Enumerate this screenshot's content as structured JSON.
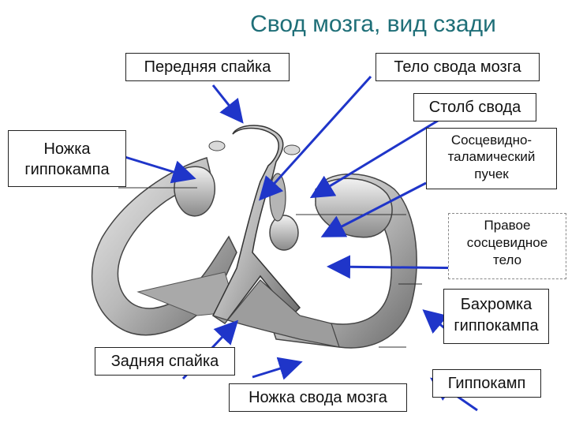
{
  "title": "Свод мозга, вид сзади",
  "labels": {
    "anterior_commissure": "Передняя спайка",
    "fornix_body": "Тело свода мозга",
    "fornix_column": "Столб свода",
    "mammillothalamic_tract": "Сосцевидно- таламический пучек",
    "hippocampal_crus": "Ножка гиппокампа",
    "right_mammillary_body": "Правое сосцевидное тело",
    "hippocampal_fimbria": "Бахромка гиппокампа",
    "posterior_commissure": "Задняя спайка",
    "fornix_crus": "Ножка свода мозга",
    "hippocampus": "Гиппокамп"
  },
  "colors": {
    "title": "#1f6f78",
    "arrow": "#1f35c9",
    "structure_fill": "#c8c8c8",
    "structure_shadow": "#6f6f6f"
  }
}
